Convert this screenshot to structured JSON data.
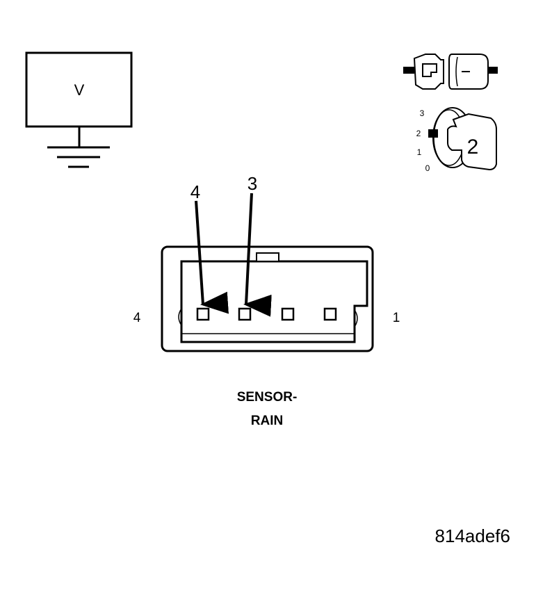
{
  "meter": {
    "label": "V"
  },
  "ignition": {
    "positions": [
      "3",
      "2",
      "1",
      "0"
    ],
    "selected": "2"
  },
  "connector": {
    "left_pin": "4",
    "right_pin": "1",
    "probe_a": "4",
    "probe_b": "3",
    "name_line1": "SENSOR-",
    "name_line2": "RAIN"
  },
  "figure_id": "814adef6"
}
